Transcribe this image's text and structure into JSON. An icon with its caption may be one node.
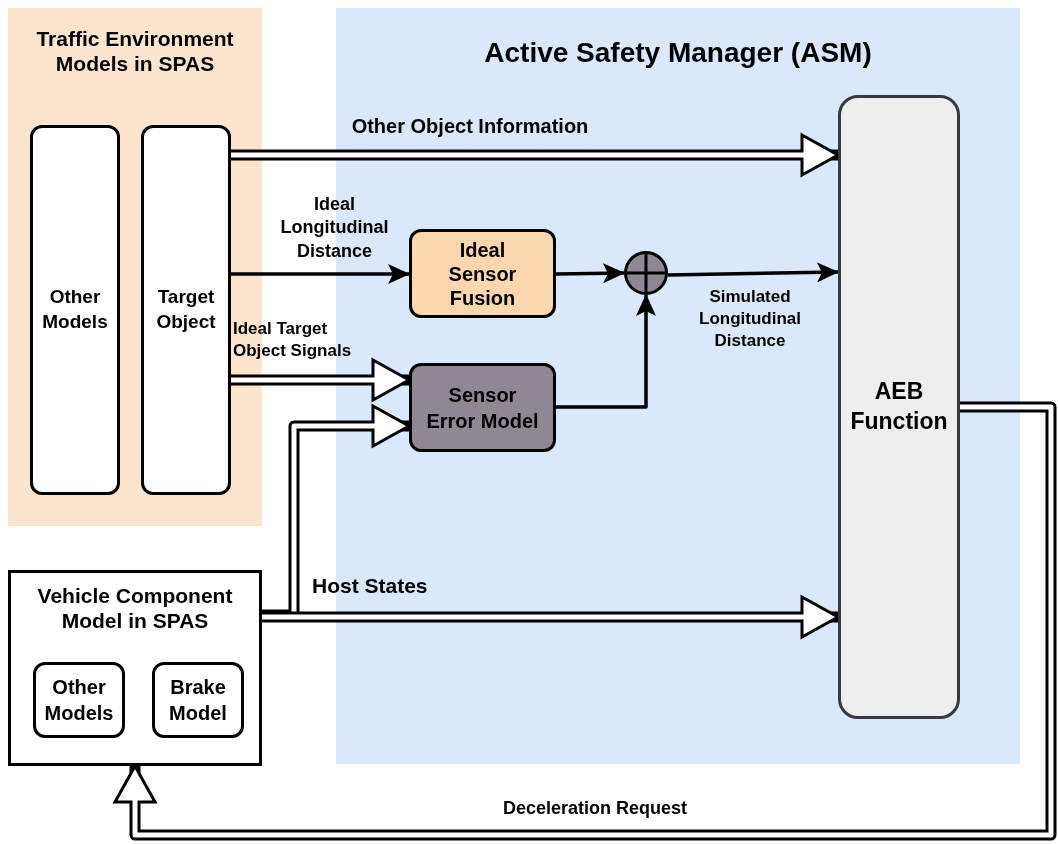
{
  "diagram": {
    "nodes": [
      {
        "text": [
          "Traffic Environment Models in SPAS"
        ]
      },
      {
        "text": [
          "Other Models"
        ],
        "in": 0
      },
      {
        "text": [
          "Target Object"
        ],
        "in": 0
      },
      {
        "text": [
          "Active Safety Manager (ASM)"
        ]
      },
      {
        "text": [
          "Ideal Sensor Fusion"
        ],
        "in": 3
      },
      {
        "text": [
          "Sensor Error Model"
        ],
        "in": 3
      },
      {
        "text": [],
        "shape": "circle",
        "in": 3
      },
      {
        "text": [
          "AEB Function"
        ],
        "in": 3
      },
      {
        "text": [
          "Vehicle Component Model in SPAS"
        ]
      },
      {
        "text": [
          "Other Models"
        ],
        "in": 8
      },
      {
        "text": [
          "Brake Model"
        ],
        "in": 8
      }
    ],
    "edges": [
      {
        "from": 2,
        "to": 7,
        "arrow": "to",
        "label": "Other Object Information"
      },
      {
        "from": 2,
        "to": 4,
        "arrow": "to",
        "label": "Ideal Longitudinal Distance"
      },
      {
        "from": 2,
        "to": 5,
        "arrow": "to",
        "label": "Ideal Target Object Signals"
      },
      {
        "from": 4,
        "to": 6,
        "arrow": "to"
      },
      {
        "from": 5,
        "to": 6,
        "arrow": "to"
      },
      {
        "from": 6,
        "to": 7,
        "arrow": "to",
        "label": "Simulated Longitudinal Distance"
      },
      {
        "from": 8,
        "to": 5,
        "arrow": "to"
      },
      {
        "from": 8,
        "to": 7,
        "arrow": "to",
        "label": "Host States"
      },
      {
        "from": 7,
        "to": 8,
        "arrow": "to",
        "label": "Deceleration Request"
      }
    ]
  }
}
